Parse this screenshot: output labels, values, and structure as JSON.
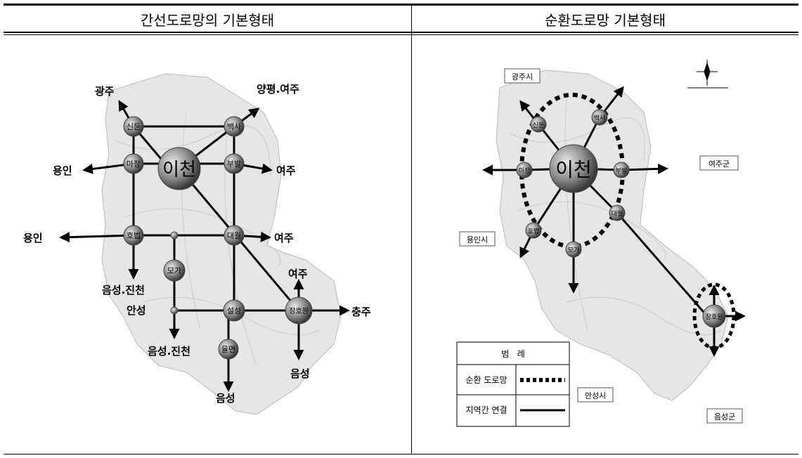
{
  "headers": {
    "left": "간선도로망의 기본형태",
    "right": "순환도로망 기본형태"
  },
  "left_map": {
    "center": "이천",
    "nodes": [
      "신둔",
      "백사",
      "마장",
      "부발",
      "호법",
      "대월",
      "모가",
      "설성",
      "장호원",
      "율면"
    ],
    "destinations": {
      "gwangju": "광주",
      "yangpyeong": "양평.여주",
      "yongin_top": "용인",
      "yeoju_top": "여주",
      "yongin_mid": "용인",
      "yeoju_mid": "여주",
      "eumseong_jincheon_1": "음성.진천",
      "anseong": "안성",
      "eumseong_jincheon_2": "음성.진천",
      "yeoju_right": "여주",
      "chungju": "충주",
      "eumseong_right": "음성",
      "eumseong_bottom": "음성"
    }
  },
  "right_map": {
    "center": "이천",
    "nodes": [
      "신둔",
      "백사",
      "마장",
      "부발",
      "호법",
      "대월",
      "모가",
      "장호원"
    ],
    "regions": {
      "gwangju": "광주시",
      "yeoju": "여주군",
      "yongin": "용인시",
      "anseong": "안성시",
      "eumseong": "음성군"
    },
    "legend": {
      "title": "범   례",
      "ring_road": "순환 도로망",
      "regional_link": "지역간 연결"
    }
  }
}
